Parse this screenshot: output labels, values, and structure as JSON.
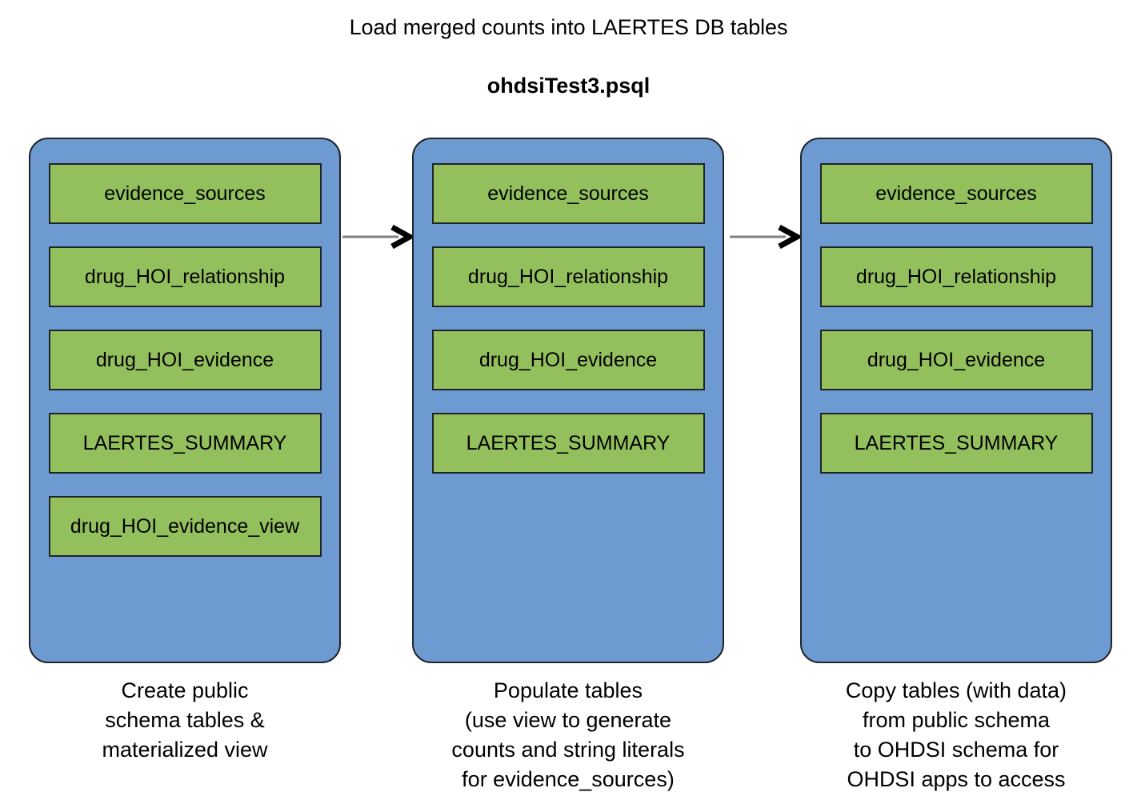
{
  "title": "Load merged counts into LAERTES DB tables",
  "subtitle": "ohdsiTest3.psql",
  "colors": {
    "panel_fill": "#6d9bd1",
    "table_fill": "#93c05d",
    "stroke": "#20242a",
    "arrow_line": "#808080",
    "arrow_head": "#000000",
    "background": "#ffffff",
    "text": "#000000"
  },
  "stages": [
    {
      "id": "stage-1",
      "tables": [
        "evidence_sources",
        "drug_HOI_relationship",
        "drug_HOI_evidence",
        "LAERTES_SUMMARY",
        "drug_HOI_evidence_view"
      ],
      "caption": "Create public\nschema tables &\nmaterialized view"
    },
    {
      "id": "stage-2",
      "tables": [
        "evidence_sources",
        "drug_HOI_relationship",
        "drug_HOI_evidence",
        "LAERTES_SUMMARY"
      ],
      "caption": "Populate tables\n(use view to generate\ncounts and string literals\nfor evidence_sources)"
    },
    {
      "id": "stage-3",
      "tables": [
        "evidence_sources",
        "drug_HOI_relationship",
        "drug_HOI_evidence",
        "LAERTES_SUMMARY"
      ],
      "caption": "Copy tables (with data)\nfrom public schema\nto OHDSI schema for\nOHDSI apps to access"
    }
  ],
  "arrows": [
    {
      "id": "arrow-stage1-to-stage2",
      "icon": "arrow-right-icon"
    },
    {
      "id": "arrow-stage2-to-stage3",
      "icon": "arrow-right-icon"
    }
  ]
}
